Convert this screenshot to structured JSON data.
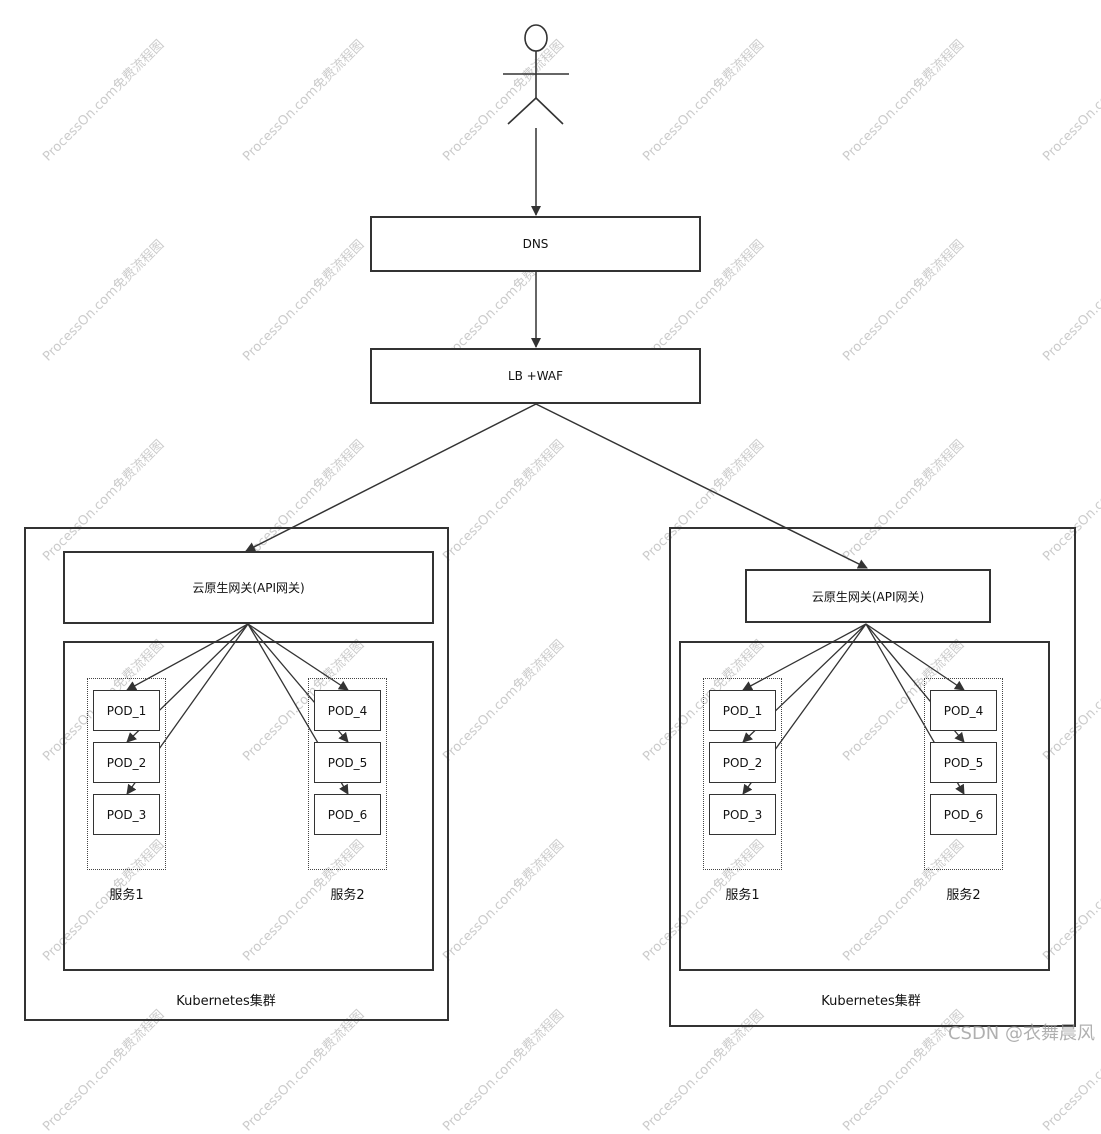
{
  "diagram": {
    "dns_label": "DNS",
    "lb_label": "LB +WAF",
    "clusters": [
      {
        "gateway_label": "云原生网关(API网关)",
        "cluster_label": "Kubernetes集群",
        "services": [
          {
            "label": "服务1",
            "pods": [
              "POD_1",
              "POD_2",
              "POD_3"
            ]
          },
          {
            "label": "服务2",
            "pods": [
              "POD_4",
              "POD_5",
              "POD_6"
            ]
          }
        ]
      },
      {
        "gateway_label": "云原生网关(API网关)",
        "cluster_label": "Kubernetes集群",
        "services": [
          {
            "label": "服务1",
            "pods": [
              "POD_1",
              "POD_2",
              "POD_3"
            ]
          },
          {
            "label": "服务2",
            "pods": [
              "POD_4",
              "POD_5",
              "POD_6"
            ]
          }
        ]
      }
    ]
  },
  "watermark_text": "ProcessOn.com免费流程图",
  "csdn_watermark": "CSDN @衣舞晨风",
  "colors": {
    "stroke": "#333333",
    "watermark": "#a0a0a0"
  },
  "icons": {
    "user": "stick-figure-actor"
  }
}
